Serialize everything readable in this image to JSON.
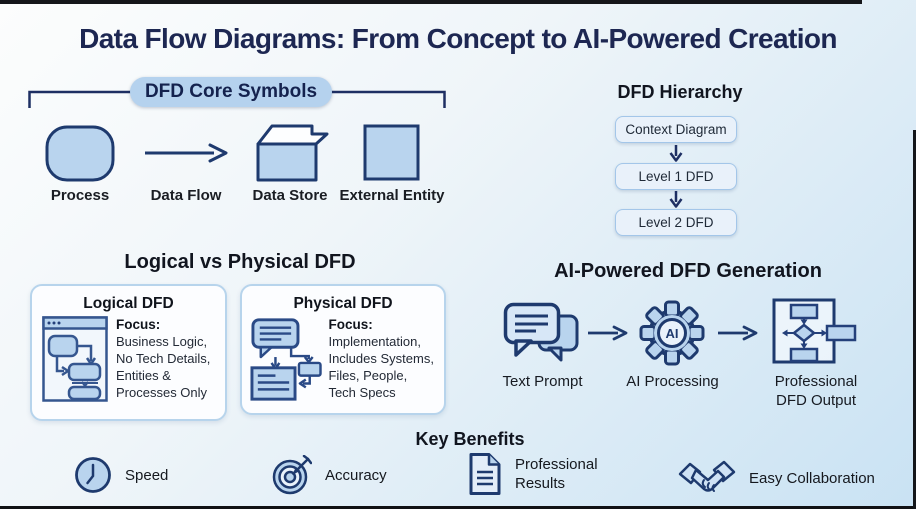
{
  "page": {
    "title": "Data Flow Diagrams: From Concept to AI-Powered Creation"
  },
  "core_symbols": {
    "title": "DFD Core Symbols",
    "items": [
      {
        "icon": "process-rounded-rect-icon",
        "label": "Process"
      },
      {
        "icon": "data-flow-arrow-icon",
        "label": "Data Flow"
      },
      {
        "icon": "data-store-open-box-icon",
        "label": "Data Store"
      },
      {
        "icon": "external-entity-square-icon",
        "label": "External Entity"
      }
    ]
  },
  "hierarchy": {
    "title": "DFD Hierarchy",
    "levels": [
      {
        "label": "Context Diagram"
      },
      {
        "label": "Level 1 DFD"
      },
      {
        "label": "Level 2 DFD"
      }
    ]
  },
  "comparison": {
    "title": "Logical vs Physical DFD",
    "cards": [
      {
        "title": "Logical DFD",
        "focus_label": "Focus:",
        "lines": [
          "Business Logic,",
          "No Tech Details,",
          "Entities &",
          "Processes Only"
        ]
      },
      {
        "title": "Physical DFD",
        "focus_label": "Focus:",
        "lines": [
          "Implementation,",
          "Includes Systems,",
          "Files, People,",
          "Tech Specs"
        ]
      }
    ]
  },
  "ai_generation": {
    "title": "AI-Powered DFD Generation",
    "gear_badge": "AI",
    "steps": [
      {
        "icon": "chat-bubbles-icon",
        "label": "Text Prompt"
      },
      {
        "icon": "ai-gear-icon",
        "label": "AI Processing"
      },
      {
        "icon": "dfd-output-flowchart-icon",
        "label": "Professional DFD Output"
      }
    ]
  },
  "benefits": {
    "title": "Key Benefits",
    "items": [
      {
        "icon": "clock-icon",
        "label": "Speed"
      },
      {
        "icon": "target-icon",
        "label": "Accuracy"
      },
      {
        "icon": "document-icon",
        "label": "Professional Results"
      },
      {
        "icon": "handshake-icon",
        "label": "Easy Collaboration"
      }
    ]
  },
  "colors": {
    "title_navy": "#1d2752",
    "icon_stroke": "#1e3a6e",
    "icon_fill": "#b9d4ee",
    "pill_bg": "#b5d2ee",
    "hierarchy_box_bg": "#e9f1fa",
    "card_border": "#b7d4ec",
    "background_end": "#c9e2f3"
  }
}
